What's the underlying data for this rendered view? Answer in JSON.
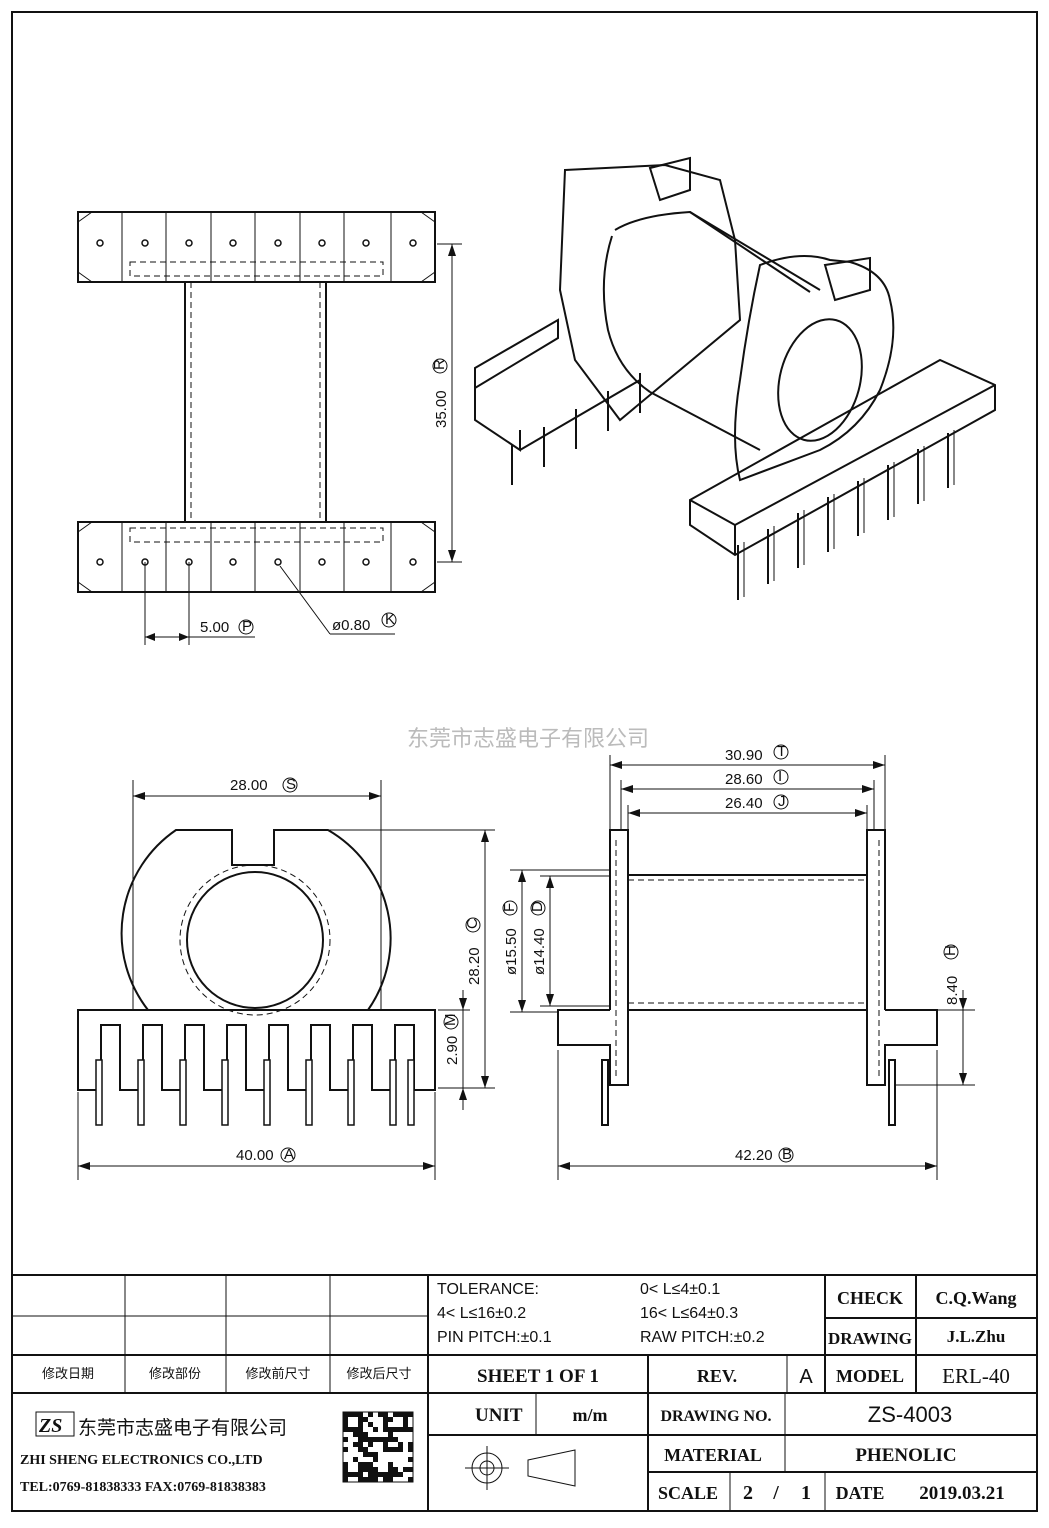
{
  "watermark": "东莞市志盛电子有限公司",
  "dimensions": {
    "top_height": "35.00",
    "top_height_tag": "R",
    "pin_pitch": "5.00",
    "pin_pitch_tag": "P",
    "pin_dia": "ø0.80",
    "pin_dia_tag": "K",
    "front_width": "28.00",
    "front_width_tag": "S",
    "front_height": "28.20",
    "front_height_tag": "C",
    "base_offset": "2.90",
    "base_offset_tag": "M",
    "base_width": "40.00",
    "base_width_tag": "A",
    "side_w1": "30.90",
    "side_w1_tag": "T",
    "side_w2": "28.60",
    "side_w2_tag": "I",
    "side_w3": "26.40",
    "side_w3_tag": "J",
    "outer_dia": "ø15.50",
    "outer_dia_tag": "F",
    "inner_dia": "ø14.40",
    "inner_dia_tag": "D",
    "base_height": "8.40",
    "base_height_tag": "H",
    "side_total": "42.20",
    "side_total_tag": "B"
  },
  "title_block": {
    "rev_headers": [
      "修改日期",
      "修改部份",
      "修改前尺寸",
      "修改后尺寸"
    ],
    "tolerance_label": "TOLERANCE:",
    "tol1": "0< L≤4±0.1",
    "tol2": "4< L≤16±0.2",
    "tol3": "16< L≤64±0.3",
    "pin_pitch": "PIN PITCH:±0.1",
    "raw_pitch": "RAW PITCH:±0.2",
    "check_label": "CHECK",
    "check_value": "C.Q.Wang",
    "drawing_label": "DRAWING",
    "drawing_value": "J.L.Zhu",
    "sheet": "SHEET 1 OF 1",
    "rev_label": "REV.",
    "rev_value": "A",
    "model_label": "MODEL",
    "model_value": "ERL-40",
    "company_cn": "东莞市志盛电子有限公司",
    "company_en": "ZHI SHENG ELECTRONICS CO.,LTD",
    "contact": "TEL:0769-81838333 FAX:0769-81838383",
    "unit_label": "UNIT",
    "unit_value": "m/m",
    "drawing_no_label": "DRAWING NO.",
    "drawing_no_value": "ZS-4003",
    "material_label": "MATERIAL",
    "material_value": "PHENOLIC",
    "scale_label": "SCALE",
    "scale_num": "2",
    "scale_sep": "/",
    "scale_den": "1",
    "date_label": "DATE",
    "date_value": "2019.03.21",
    "logo_text": "ZS"
  }
}
